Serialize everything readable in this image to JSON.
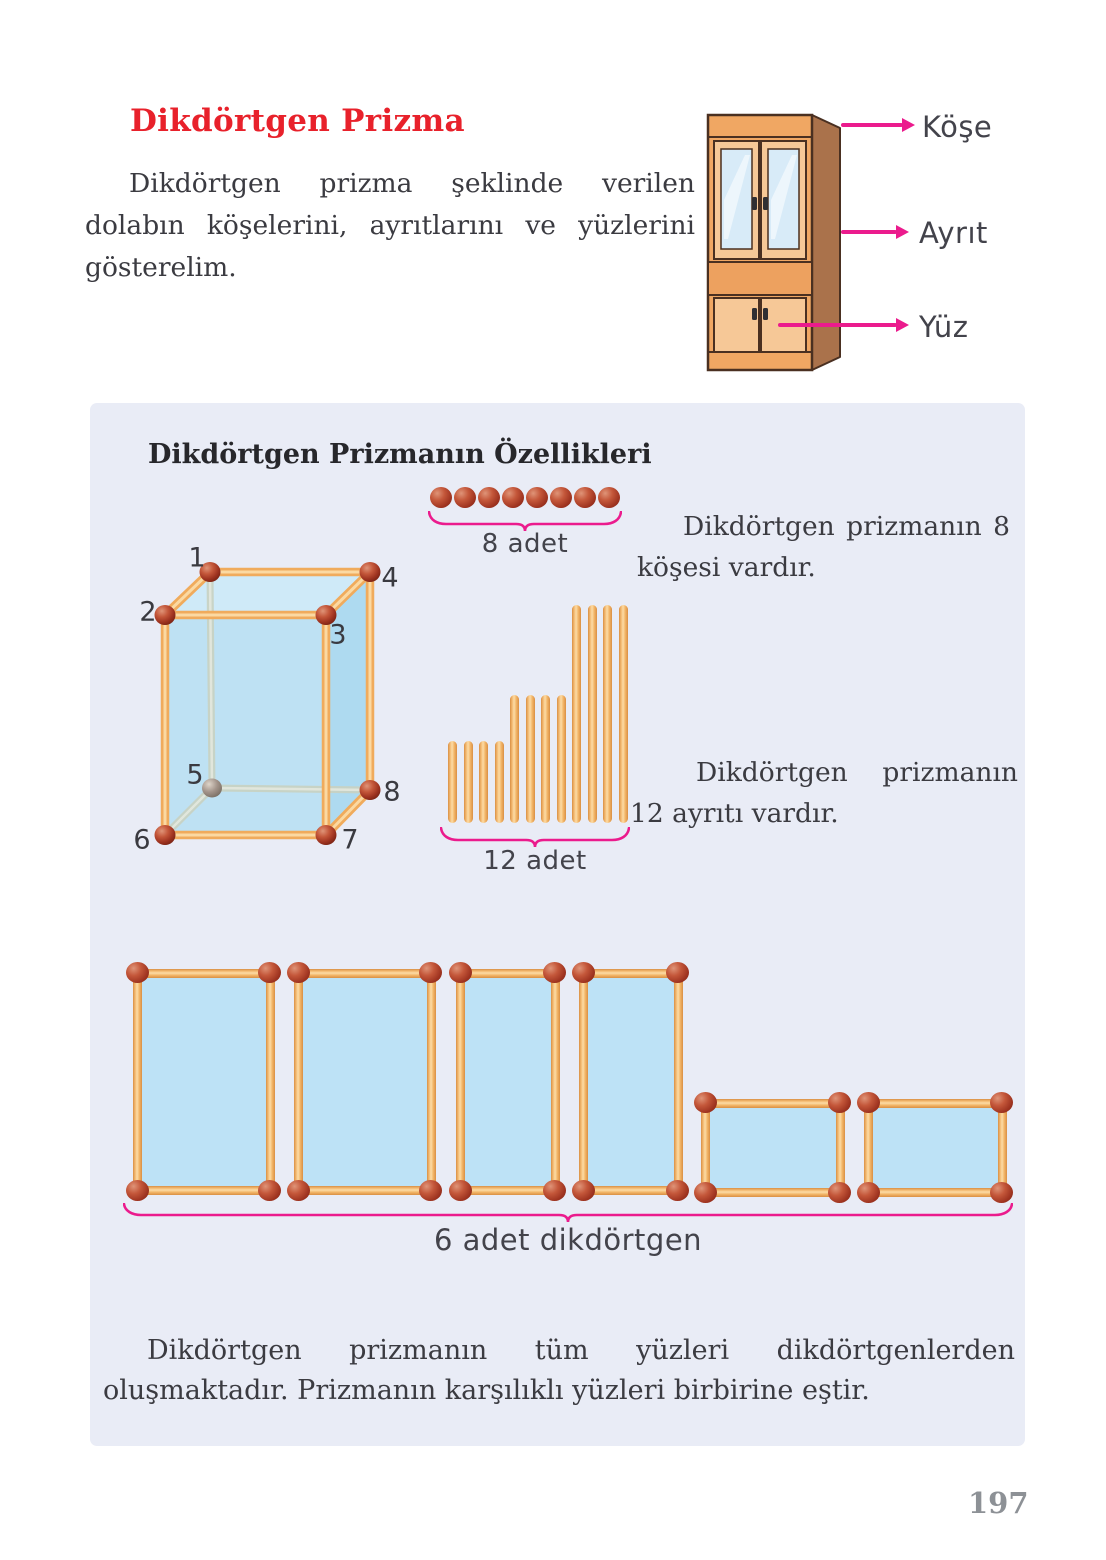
{
  "page": {
    "heading": "Dikdörtgen Prizma",
    "intro_paragraph": "Dikdörtgen prizma şeklinde verilen dolabın köşelerini, ayrıtlarını ve yüzlerini gösterelim.",
    "page_number": "197"
  },
  "cabinet_figure": {
    "labels": [
      {
        "text": "Köşe"
      },
      {
        "text": "Ayrıt"
      },
      {
        "text": "Yüz"
      }
    ]
  },
  "properties_panel": {
    "title": "Dikdörtgen Prizmanın Özellikleri",
    "prism": {
      "corner_labels": [
        "1",
        "2",
        "3",
        "4",
        "5",
        "6",
        "7",
        "8"
      ]
    },
    "corners_row": {
      "bead_count": 8,
      "brace_label": "8 adet",
      "statement": "Dikdörtgen prizmanın 8 köşesi vardır."
    },
    "edges_row": {
      "stick_count": 12,
      "brace_label": "12 adet",
      "statement": "Dikdörtgen prizmanın 12 ayrıtı vardır."
    },
    "faces_row": {
      "rectangle_count": 6,
      "brace_label": "6 adet dikdörtgen"
    },
    "conclusion": "Dikdörtgen prizmanın tüm yüzleri dikdörtgenlerden oluşmaktadır. Prizmanın karşılıklı yüzleri birbirine eştir."
  },
  "colors": {
    "accent_magenta": "#eb1b8d",
    "heading_red": "#e8212b",
    "panel_background": "#e9ecf6",
    "stick_orange": "#f2b567",
    "bead_red": "#9e3320",
    "face_blue": "#bde2f6"
  }
}
